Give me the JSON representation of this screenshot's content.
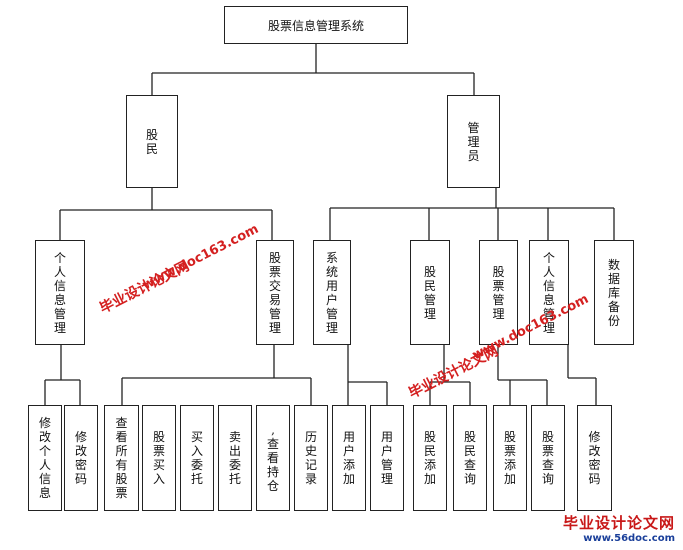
{
  "root": "股票信息管理系统",
  "level1": [
    "股民",
    "管理员"
  ],
  "level2": [
    "个人信息管理",
    "股票交易管理",
    "系统用户管理",
    "股民管理",
    "股票管理",
    "个人信息管理",
    "数据库备份"
  ],
  "leaves": [
    "修改个人信息",
    "修改密码",
    "查看所有股票",
    "股票买入",
    "买入委托",
    "卖出委托",
    ",查看持仓",
    "历史记录",
    "用户添加",
    "用户管理",
    "股民添加",
    "股民查询",
    "股票添加",
    "股票查询",
    "修改密码"
  ],
  "watermark": {
    "site": "www.doc163.com",
    "brand": "毕业设计论文网",
    "logo_text": "毕业设计论文网",
    "logo_url": "www.56doc.com"
  }
}
